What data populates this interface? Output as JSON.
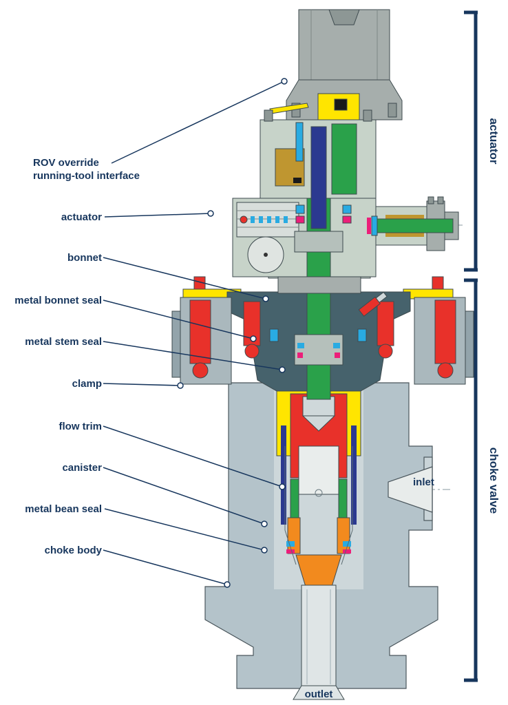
{
  "labels": {
    "rov_override": "ROV override\nrunning-tool interface",
    "actuator": "actuator",
    "bonnet": "bonnet",
    "metal_bonnet_seal": "metal bonnet seal",
    "metal_stem_seal": "metal stem seal",
    "clamp": "clamp",
    "flow_trim": "flow trim",
    "canister": "canister",
    "metal_bean_seal": "metal bean seal",
    "choke_body": "choke body",
    "inlet": "inlet",
    "outlet": "outlet"
  },
  "brackets": {
    "actuator": "actuator",
    "choke_valve": "choke valve"
  },
  "colors": {
    "label_text": "#17365d",
    "leader_line": "#17365d",
    "bracket": "#17365d",
    "body_gray": "#b4c3ca",
    "housing_sage": "#c7d3c9",
    "cap_gray": "#a6aeac",
    "bonnet_teal": "#46626c",
    "accent_red": "#e8312a",
    "accent_yellow": "#ffe500",
    "accent_green": "#2aa14a",
    "accent_orange": "#f28a1e",
    "accent_blue": "#29abe2",
    "accent_gold": "#bf9630",
    "accent_navy": "#2b3990",
    "accent_magenta": "#ec1e79"
  }
}
